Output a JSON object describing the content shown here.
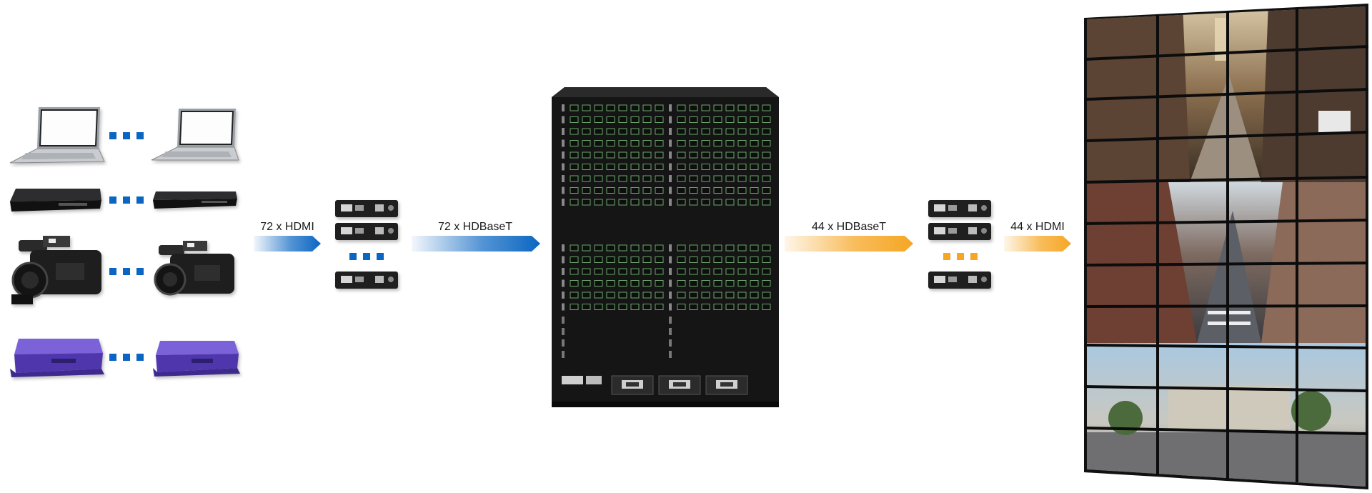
{
  "connections": {
    "input_hdmi": "72 x HDMI",
    "input_hdbaset": "72 x HDBaseT",
    "output_hdbaset": "44 x HDBaseT",
    "output_hdmi": "44 x HDMI"
  },
  "colors": {
    "input_blue": "#0a66c2",
    "output_orange": "#f6a623",
    "device_black": "#1c1c1c",
    "player_purple": "#5a3fb5"
  },
  "icons": [
    "laptop-icon",
    "bluray-player-icon",
    "video-camera-icon",
    "media-player-icon",
    "hdbaset-extender-icon",
    "matrix-switcher-icon",
    "video-wall-icon"
  ]
}
